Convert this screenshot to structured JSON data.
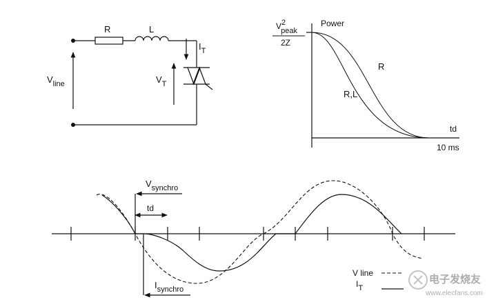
{
  "circuit": {
    "r_label": "R",
    "l_label": "L",
    "it_main": "I",
    "it_sub": "T",
    "vline_main": "V",
    "vline_sub": "line",
    "vt_main": "V",
    "vt_sub": "T"
  },
  "power_graph": {
    "yfrac_v": "V",
    "yfrac_sup": "2",
    "yfrac_sub": "peak",
    "yfrac_den": "2Z",
    "power_label": "Power",
    "curve_r": "R",
    "curve_rl": "R,L",
    "x_label": "td",
    "x_tick": "10 ms"
  },
  "waveform": {
    "vsync_main": "V",
    "vsync_sub": "synchro",
    "td_label": "td",
    "isync_main": "I",
    "isync_sub": "synchro",
    "legend_vline": "V line",
    "legend_it_main": "I",
    "legend_it_sub": "T"
  },
  "watermark": {
    "text": "电子发烧友",
    "url": "www.elecfans.com"
  }
}
